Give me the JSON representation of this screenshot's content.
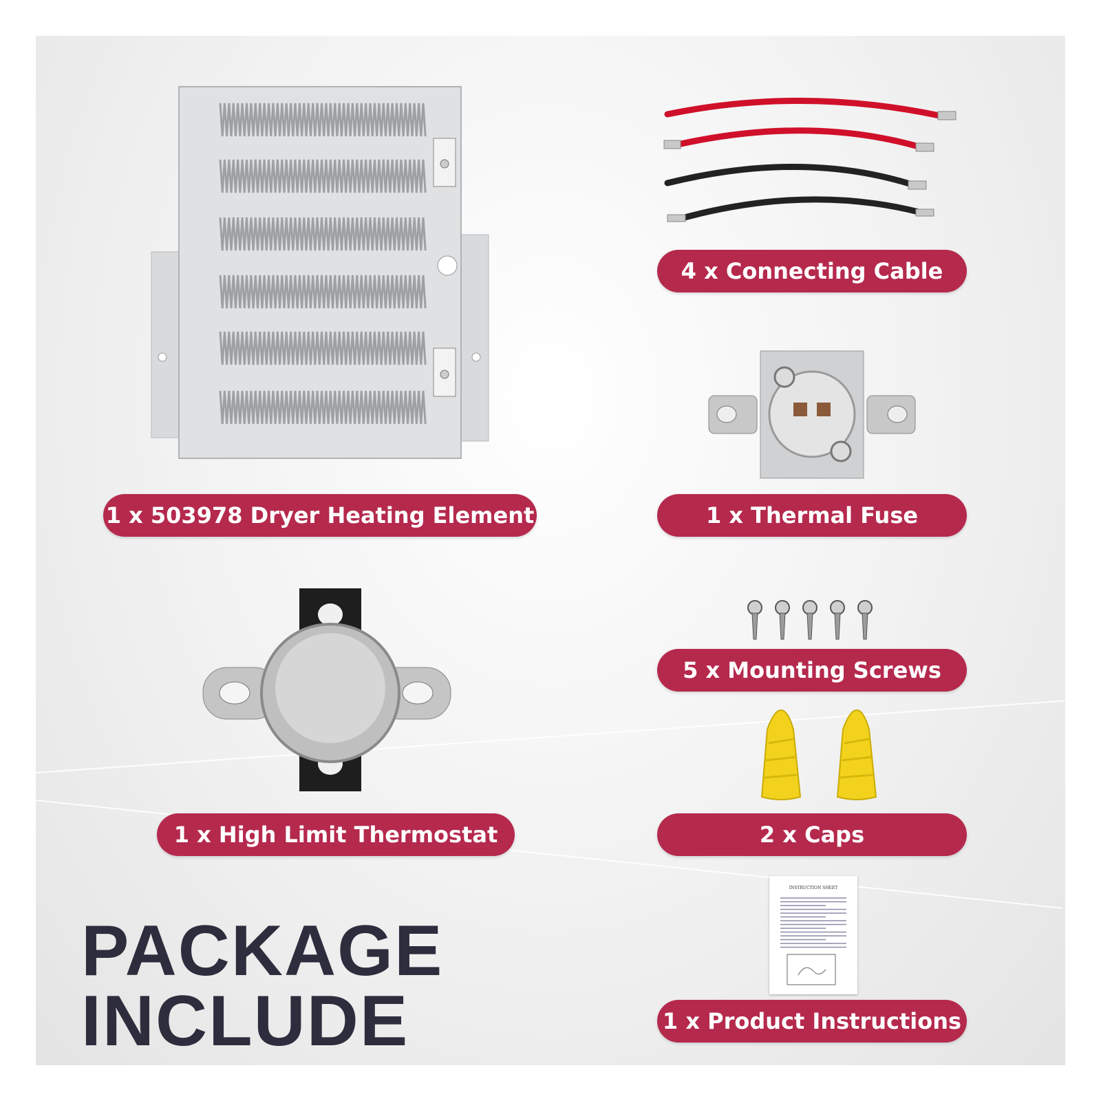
{
  "items": {
    "heating_element": "1 x 503978 Dryer Heating Element",
    "connecting_cable": "4 x Connecting Cable",
    "thermal_fuse": "1 x Thermal Fuse",
    "high_limit_thermostat": "1 x High Limit Thermostat",
    "mounting_screws": "5 x Mounting Screws",
    "caps": "2 x Caps",
    "product_instructions": "1 x Product Instructions"
  },
  "headline": {
    "line1": "PACKAGE",
    "line2": "INCLUDE"
  },
  "sheet": {
    "title": "INSTRUCTION SHEET"
  },
  "colors": {
    "label_bg": "#b5294d",
    "headline": "#2d2d3d",
    "cable_red": "#d0102a",
    "cable_black": "#222222",
    "cap_yellow": "#f2d21c"
  }
}
